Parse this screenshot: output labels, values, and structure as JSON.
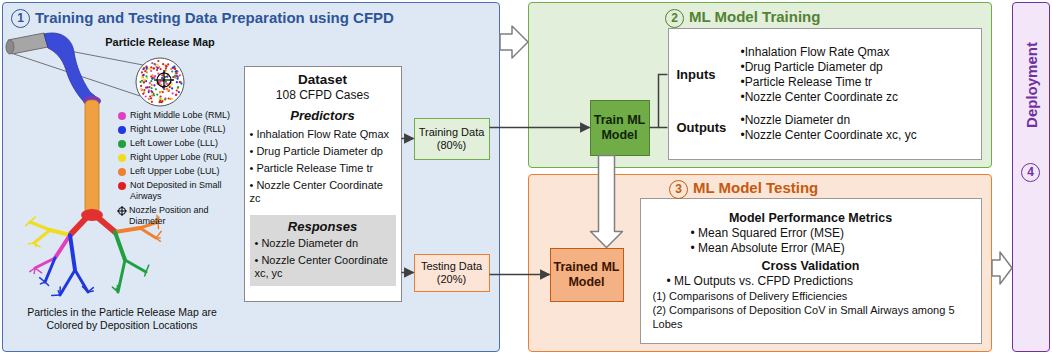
{
  "diagram": {
    "nodes": [
      {
        "text": [
          "1",
          "Training and Testing Data Preparation using CFPD"
        ]
      },
      {
        "text": [
          "Dataset",
          "108 CFPD Cases",
          "Predictors",
          "• Inhalation Flow Rate Qmax",
          "• Drug Particle Diameter dp",
          "• Particle Release Time tr",
          "• Nozzle Center Coordinate zc"
        ],
        "in": 0
      },
      {
        "text": [
          "Responses",
          "• Nozzle Diameter dn",
          "• Nozzle Center Coordinate xc, yc"
        ],
        "in": 1
      },
      {
        "text": [
          "Training Data",
          "(80%)"
        ],
        "in": 0
      },
      {
        "text": [
          "Testing Data",
          "(20%)"
        ],
        "in": 0
      },
      {
        "text": [
          "2",
          "ML Model Training"
        ]
      },
      {
        "text": [
          "Train ML Model"
        ],
        "in": 5
      },
      {
        "text": [
          "Inputs",
          "•Inhalation Flow Rate Qmax",
          "•Drug Particle Diameter dp",
          "•Particle Release Time tr",
          "•Nozzle Center Coordinate zc",
          "Outputs",
          "•Nozzle Diameter dn",
          "•Nozzle Center Coordinate xc, yc"
        ],
        "in": 5
      },
      {
        "text": [
          "3",
          "ML Model Testing"
        ]
      },
      {
        "text": [
          "Trained ML Model"
        ],
        "in": 8
      },
      {
        "text": [
          "Model Performance Metrics",
          "• Mean Squared Error (MSE)",
          "• Mean Absolute Error (MAE)",
          "Cross Validation",
          "• ML Outputs vs. CFPD Predictions",
          "(1) Comparisons of Delivery Efficiencies",
          "(2) Comparisons of Deposition CoV in Small Airways among 5 Lobes"
        ],
        "in": 8
      },
      {
        "text": [
          "4",
          "Deployment"
        ]
      }
    ],
    "edges": [
      {
        "from": 0,
        "to": 5,
        "arrow": "to"
      },
      {
        "from": 1,
        "to": 3,
        "arrow": "to"
      },
      {
        "from": 1,
        "to": 4,
        "arrow": "to"
      },
      {
        "from": 3,
        "to": 6,
        "arrow": "to"
      },
      {
        "from": 4,
        "to": 9,
        "arrow": "to"
      },
      {
        "from": 6,
        "to": 9,
        "arrow": "to"
      },
      {
        "from": 6,
        "to": 7,
        "arrow": "none"
      },
      {
        "from": 8,
        "to": 11,
        "arrow": "to"
      }
    ],
    "labels": [
      "Particle Release Map",
      "Particles in the Particle Release Map are Colored by Deposition Locations"
    ],
    "legend": [
      {
        "text": "Right Middle Lobe (RML)",
        "color": "#e040c0"
      },
      {
        "text": "Right Lower Lobe (RLL)",
        "color": "#2038e0"
      },
      {
        "text": "Left Lower Lobe (LLL)",
        "color": "#20a040"
      },
      {
        "text": "Right Upper Lobe (RUL)",
        "color": "#f0dc20"
      },
      {
        "text": "Left Upper Lobe (LUL)",
        "color": "#f08030"
      },
      {
        "text": "Not Deposited in Small Airways",
        "color": "#e02020"
      },
      {
        "text": "Nozzle Position and Diameter"
      }
    ]
  }
}
